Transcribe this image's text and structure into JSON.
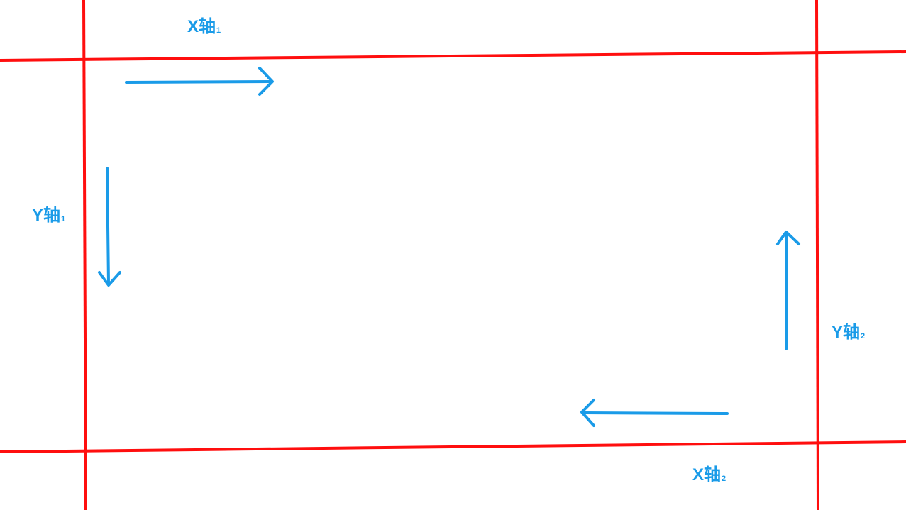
{
  "colors": {
    "border_line": "#ff0e0e",
    "arrow": "#1a9be8",
    "label": "#1a9be8",
    "background": "#ffffff"
  },
  "labels": {
    "x1": {
      "main": "X轴",
      "sub": "1"
    },
    "y1": {
      "main": "Y轴",
      "sub": "1"
    },
    "y2": {
      "main": "Y轴",
      "sub": "2"
    },
    "x2": {
      "main": "X轴",
      "sub": "2"
    }
  }
}
